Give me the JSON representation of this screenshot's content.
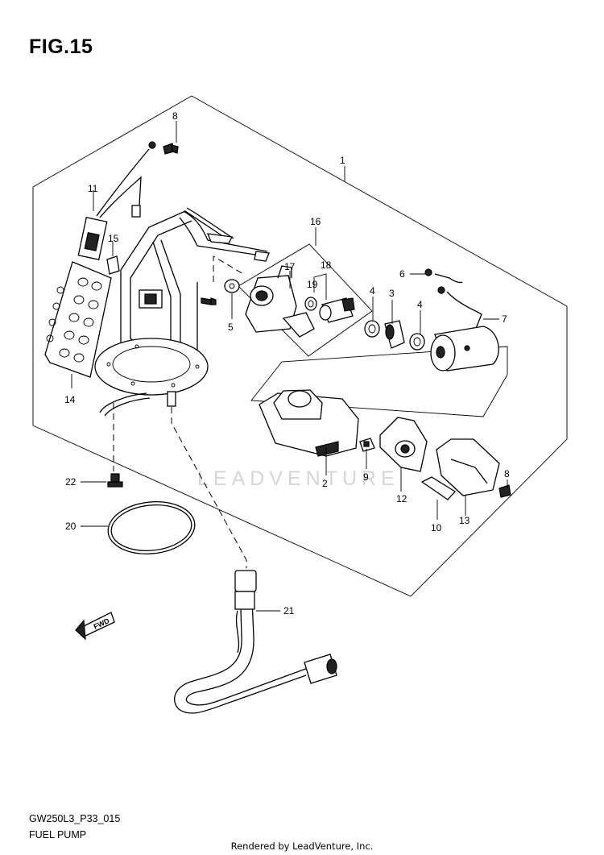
{
  "figure": {
    "title": "FIG.15",
    "code": "GW250L3_P33_015",
    "name": "FUEL PUMP",
    "rendered_by": "Rendered by LeadVenture, Inc.",
    "watermark": "LEADVENTURE",
    "direction_marker": "FWD"
  },
  "callouts": {
    "c1": "1",
    "c2": "2",
    "c3": "3",
    "c4a": "4",
    "c4b": "4",
    "c5": "5",
    "c6": "6",
    "c7": "7",
    "c8a": "8",
    "c8b": "8",
    "c9": "9",
    "c10": "10",
    "c11": "11",
    "c12": "12",
    "c13": "13",
    "c14": "14",
    "c15": "15",
    "c16": "16",
    "c17": "17",
    "c18": "18",
    "c19": "19",
    "c20": "20",
    "c21": "21",
    "c22": "22"
  }
}
